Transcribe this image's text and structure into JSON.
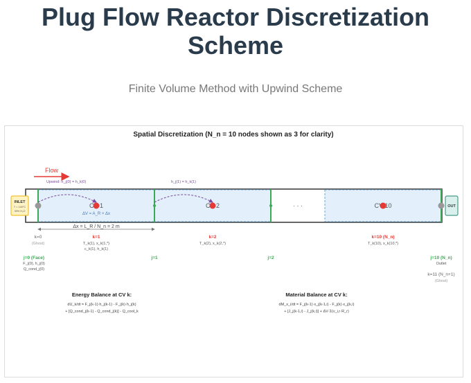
{
  "header": {
    "title_line1": "Plug Flow Reactor Discretization",
    "title_line2": "Scheme",
    "subtitle": "Finite Volume Method with Upwind Scheme"
  },
  "diagram": {
    "heading": "Spatial Discretization (N_n = 10 nodes shown as 3 for clarity)",
    "flow_label": "Flow",
    "upwind_label": "Upwind: h_j(0) = h_k(0)",
    "upwind_label2": "h_j(1) = h_k(1)",
    "inlet": {
      "label": "INLET",
      "line1": "T = 140°C",
      "line2": "30% H₂O"
    },
    "outlet": {
      "label": "OUT"
    },
    "cv_labels": [
      "CV 1",
      "CV 2",
      "CV 10"
    ],
    "ellipsis": "· · ·",
    "dV_label": "ΔV = A_R × Δx",
    "dx_label": "Δx = L_R / N_n = 2 m",
    "nodes": {
      "k0": {
        "name": "k=0",
        "sub": "(Ghost)"
      },
      "k1": {
        "name": "k=1",
        "line1": "T_k(1), x_k(1,*)",
        "line2": "c_k(1), h_k(1)"
      },
      "k2": {
        "name": "k=2",
        "line1": "T_k(2), x_k(2,*)"
      },
      "k10": {
        "name": "k=10 (N_n)",
        "line1": "T_k(10), x_k(10,*)"
      },
      "k11": {
        "name": "k=11 (N_n+1)",
        "sub": "(Ghost)"
      }
    },
    "faces": {
      "j0": {
        "name": "j=0 (Face)",
        "line1": "F_j(0), h_j(0)",
        "line2": "Q_cond_j(0)"
      },
      "j1": {
        "name": "j=1"
      },
      "j2": {
        "name": "j=2"
      },
      "j10": {
        "name": "j=10 (N_n)",
        "line1": "Outlet"
      }
    },
    "energy": {
      "heading": "Energy Balance at CV k:",
      "eq1": "dU_k/dt = F_j(k-1)·h_j(k-1) - F_j(k)·h_j(k)",
      "eq2": "+ [Q_cond_j(k-1) - Q_cond_j(k)] - Q_cool_k"
    },
    "material": {
      "heading": "Material Balance at CV k:",
      "eq1": "dM_x_i/dt = F_j(k-1)·x_j(k-1,i) - F_j(k)·x_j(k,i)",
      "eq2": "+ [J_j(k-1,i) - J_j(k,i)] + ΔV·Σ(ν_i,r·R_r)"
    }
  },
  "colors": {
    "title": "#2a3b4c",
    "cv_fill": "#e3f0fb",
    "face_green": "#3aaa55",
    "node_red": "#e53935",
    "ghost_grey": "#999999",
    "inlet_fill": "#fff3c4",
    "inlet_border": "#f0c030",
    "outlet_fill": "#d9f0ec",
    "outlet_border": "#4a9a8a",
    "arrow_red": "#e53935",
    "arc_purple": "#7b4a9e"
  }
}
